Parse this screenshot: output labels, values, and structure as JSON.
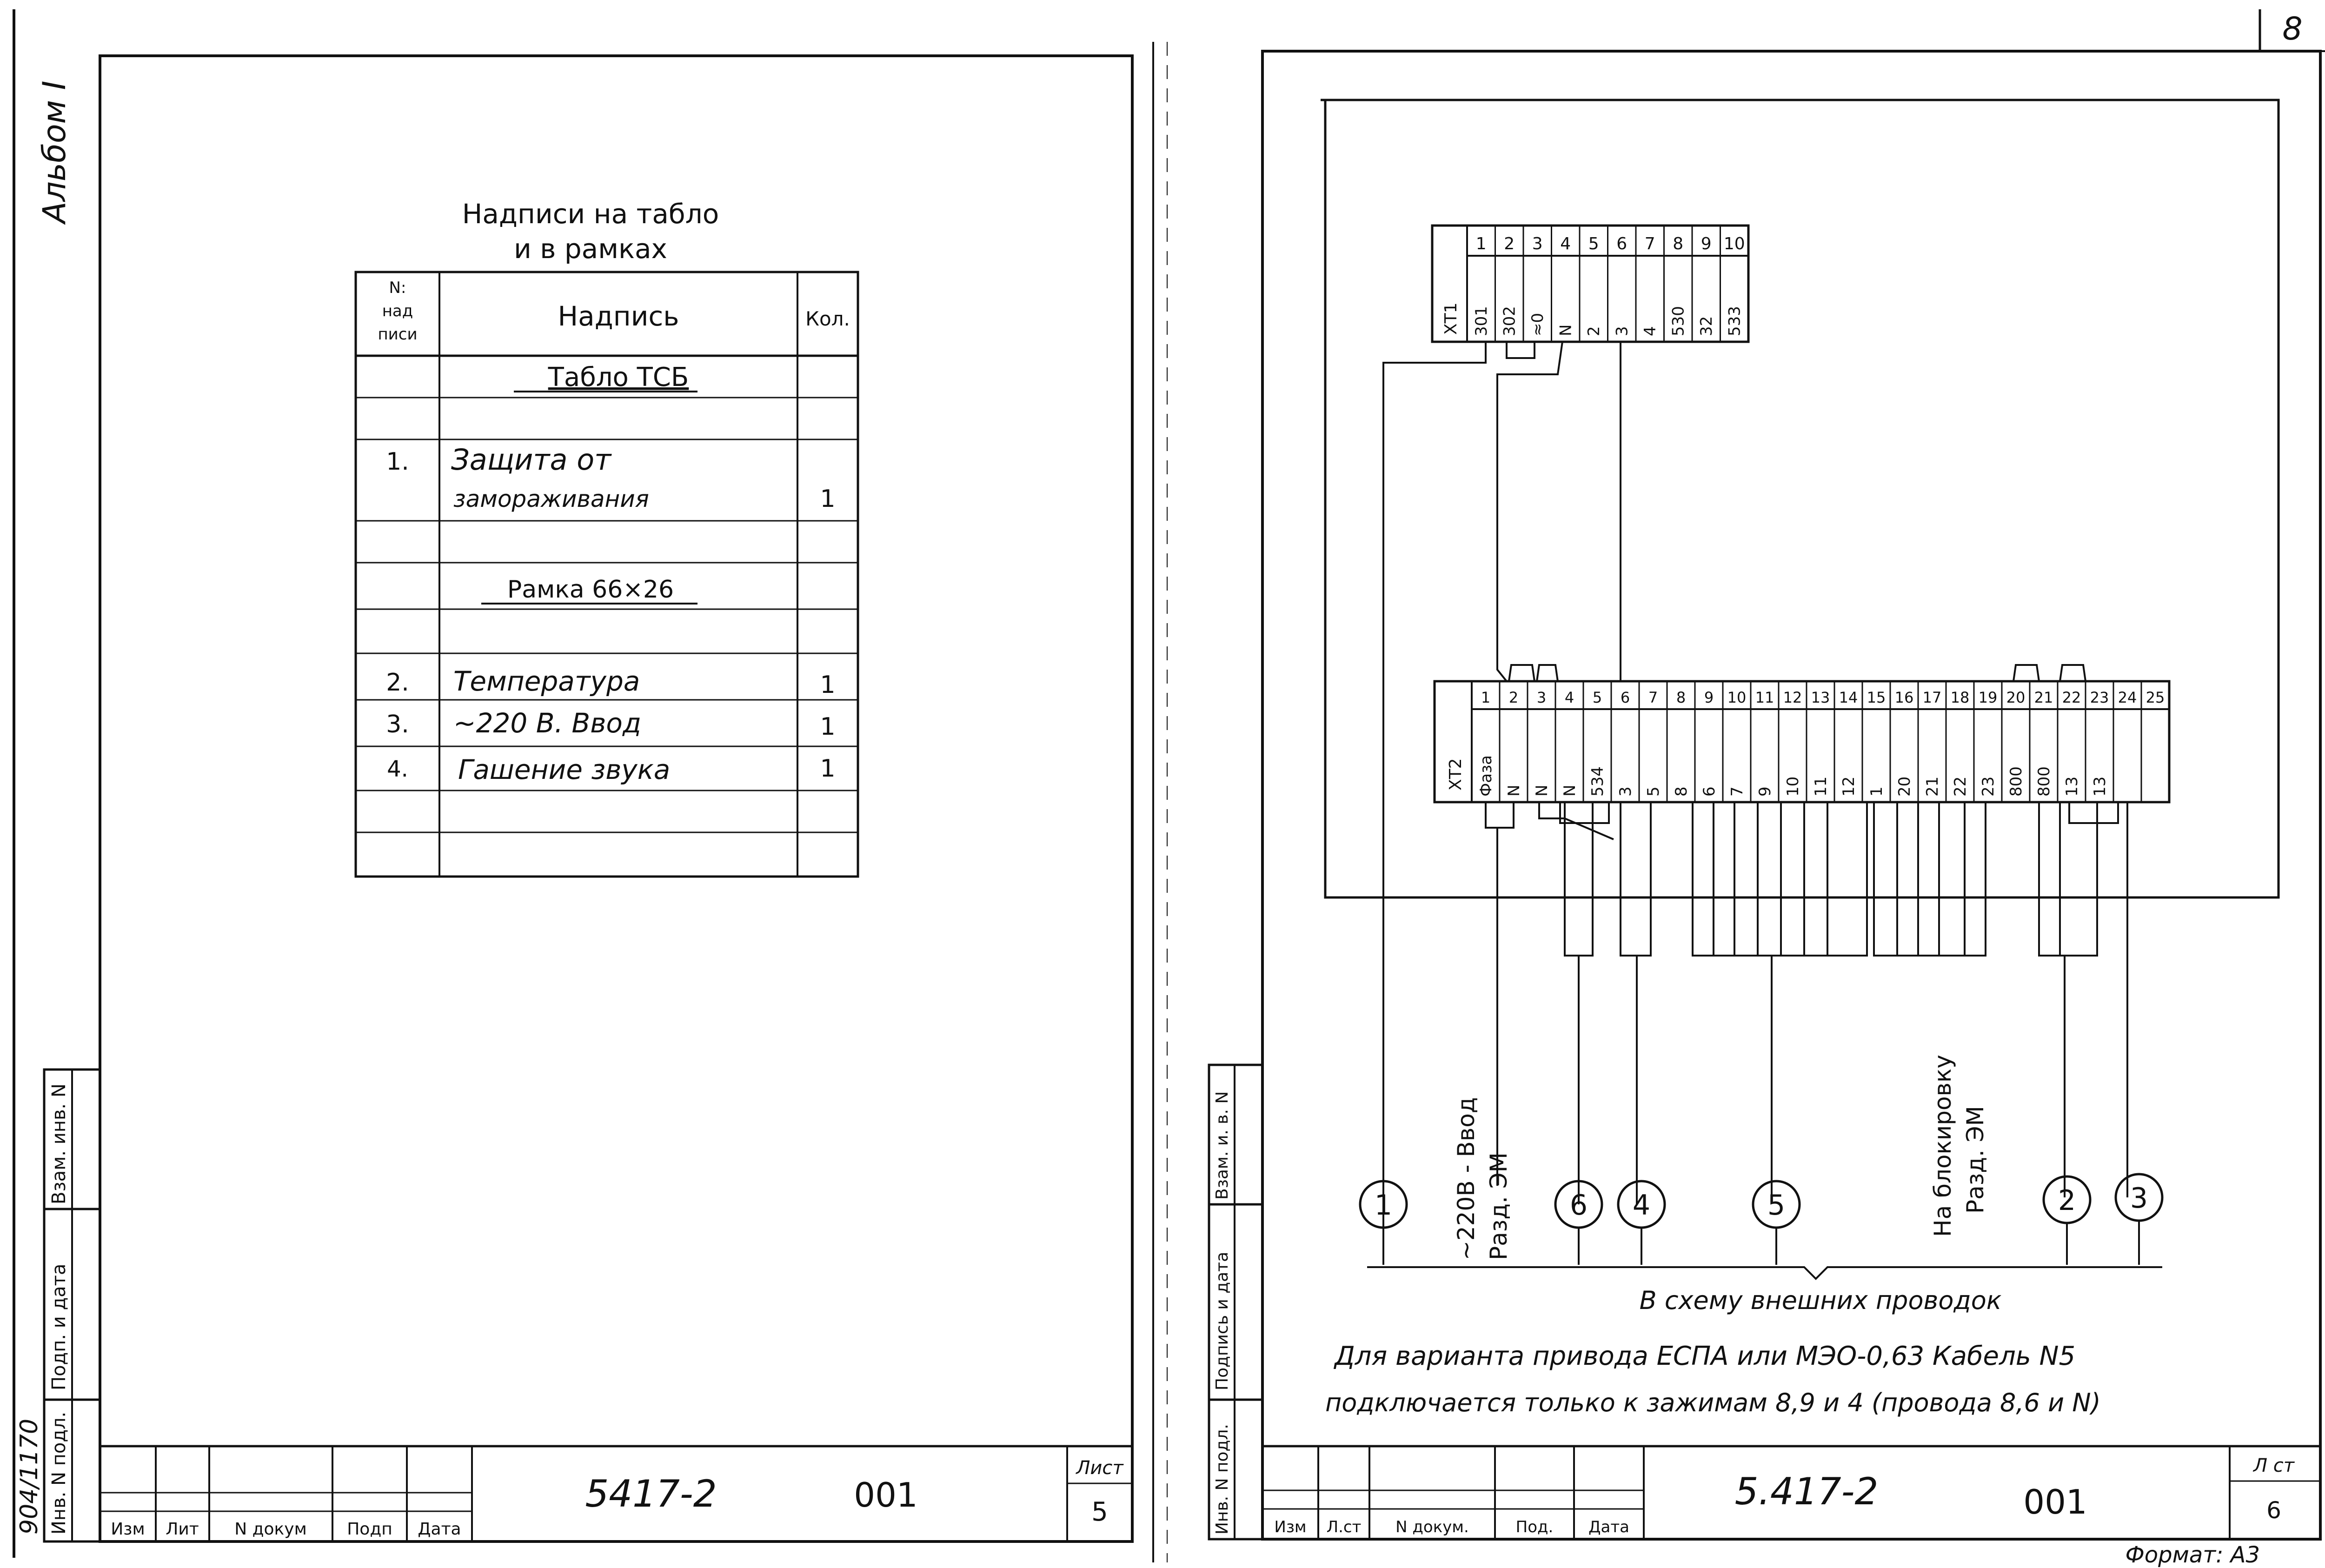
{
  "album": "Альбом I",
  "stamp_number": "904/1170",
  "page_corner_number": "8",
  "format_label": "Формат: А3",
  "left_sheet": {
    "table_title_line1": "Надписи на табло",
    "table_title_line2": "и в рамках",
    "col_headers": [
      "N: над писи",
      "Надпись",
      "Кол."
    ],
    "col_header_no_lines": [
      "N:",
      "над",
      "писи"
    ],
    "rows": [
      {
        "no": "",
        "text": "Табло ТСБ",
        "qty": "",
        "heading": true
      },
      {
        "no": "",
        "text": "",
        "qty": ""
      },
      {
        "no": "1.",
        "text": "Защита от",
        "qty": ""
      },
      {
        "no": "",
        "text": "замораживания",
        "qty": "1"
      },
      {
        "no": "",
        "text": "",
        "qty": ""
      },
      {
        "no": "",
        "text": "Рамка 66×26",
        "qty": "",
        "heading": true
      },
      {
        "no": "",
        "text": "",
        "qty": ""
      },
      {
        "no": "2.",
        "text": "Температура",
        "qty": "1"
      },
      {
        "no": "3.",
        "text": "~220 В.   Ввод",
        "qty": "1"
      },
      {
        "no": "4.",
        "text": "Гашение звука",
        "qty": "1"
      },
      {
        "no": "",
        "text": "",
        "qty": ""
      },
      {
        "no": "",
        "text": "",
        "qty": ""
      }
    ],
    "side_stamp": [
      "Инв. N подл.",
      "Подп. и дата",
      "Взам. инв. N"
    ],
    "title_block": {
      "cols": [
        "Изм",
        "Лит",
        "N докум",
        "Подп",
        "Дата"
      ],
      "doc_code": "5417-2",
      "doc_num": "001",
      "sheet_label": "Лист",
      "sheet_num": "5"
    }
  },
  "right_sheet": {
    "xt1": {
      "label": "ХТ1",
      "terminals": [
        "1",
        "2",
        "3",
        "4",
        "5",
        "6",
        "7",
        "8",
        "9",
        "10"
      ],
      "wires": [
        "301",
        "302",
        "≈0",
        "N",
        "2",
        "3",
        "4",
        "530",
        "32",
        "533"
      ]
    },
    "xt2": {
      "label": "ХТ2",
      "terminals": [
        "1",
        "2",
        "3",
        "4",
        "5",
        "6",
        "7",
        "8",
        "9",
        "10",
        "11",
        "12",
        "13",
        "14",
        "15",
        "16",
        "17",
        "18",
        "19",
        "20",
        "21",
        "22",
        "23",
        "24",
        "25"
      ],
      "wires": [
        "Фаза",
        "N",
        "N",
        "N",
        "534",
        "3",
        "5",
        "8",
        "6",
        "7",
        "9",
        "10",
        "11",
        "12",
        "1",
        "20",
        "21",
        "22",
        "23",
        "800",
        "800",
        "13",
        "13",
        "",
        ""
      ]
    },
    "cables": [
      "1",
      "6",
      "4",
      "5",
      "2",
      "3"
    ],
    "label_220": "~220В - Ввод",
    "label_220_sub": "Разд. ЭМ",
    "label_block": "На блокировку",
    "label_block_sub": "Разд. ЭМ",
    "label_external": "В схему внешних проводок",
    "note_line1": "Для варианта привода ЕСПА или МЭО-0,63 Кабель N5",
    "note_line2": "подключается только к зажимам 8,9 и 4 (провода 8,6 и N)",
    "side_stamp": [
      "Инв. N подл.",
      "Подпись и дата",
      "Взам. и. в. N"
    ],
    "title_block": {
      "cols": [
        "Изм",
        "Л.ст",
        "N докум.",
        "Под.",
        "Дата"
      ],
      "doc_code": "5.417-2",
      "doc_num": "001",
      "sheet_label": "Л ст",
      "sheet_num": "6"
    }
  }
}
